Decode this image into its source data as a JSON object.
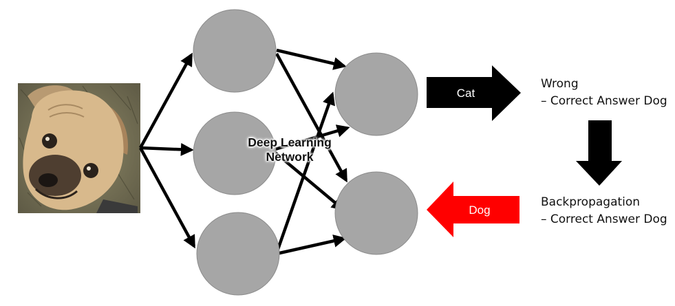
{
  "network_label": {
    "line1": "Deep Learning",
    "line2": "Network"
  },
  "output_arrow": {
    "label": "Cat",
    "color": "#000000",
    "text_color": "#ffffff"
  },
  "feedback_arrow": {
    "label": "Dog",
    "color": "#ff0000",
    "text_color": "#ffffff"
  },
  "result": {
    "line1": "Wrong",
    "line2": "– Correct Answer Dog"
  },
  "backprop": {
    "line1": "Backpropagation",
    "line2": "– Correct Answer Dog"
  },
  "colors": {
    "node_fill": "#a6a6a6",
    "node_stroke": "#8a8a8a",
    "edge": "#000000"
  },
  "input_image": {
    "subject": "dog-photo"
  }
}
